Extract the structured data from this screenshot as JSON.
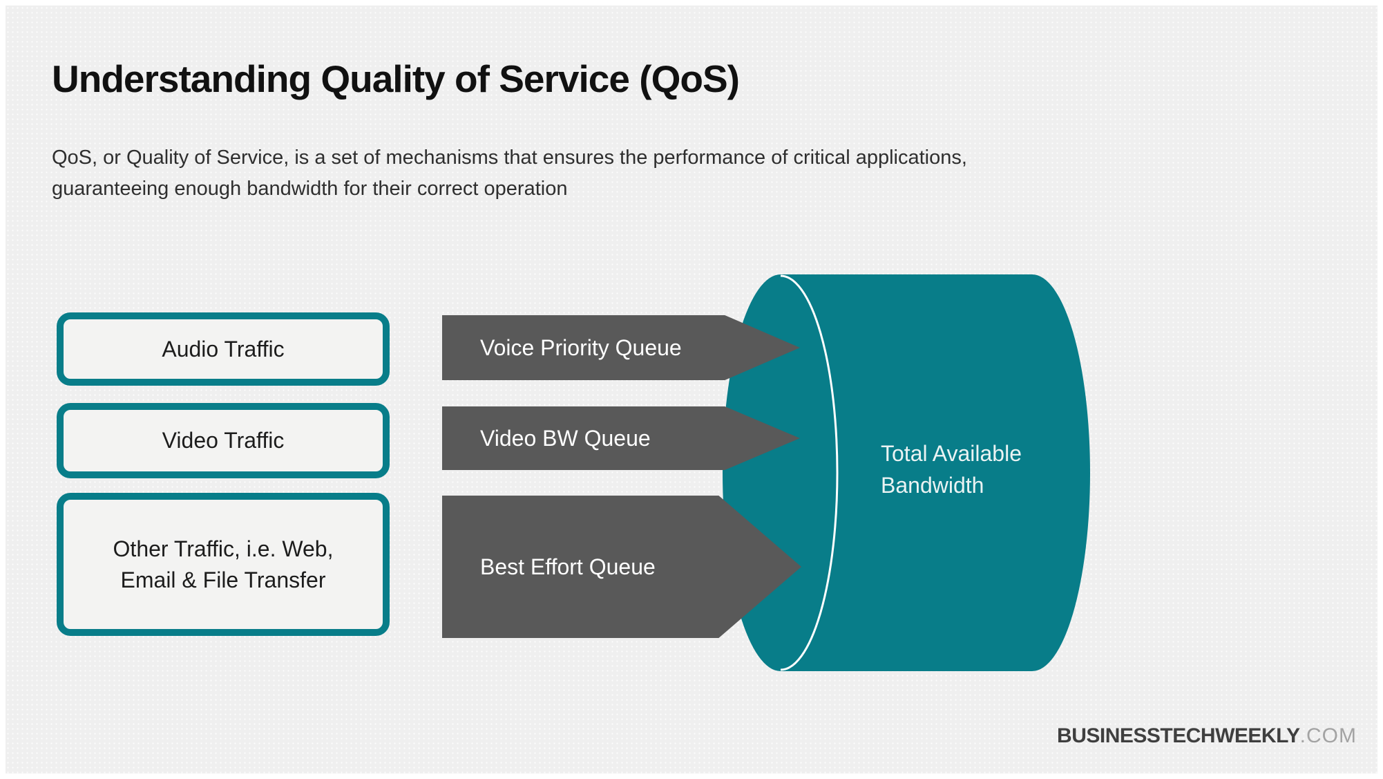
{
  "page": {
    "title": "Understanding Quality of Service (QoS)",
    "subtitle": {
      "line1": "QoS, or Quality of Service, is a set of mechanisms that ensures the performance of critical applications,",
      "line2": "guaranteeing enough bandwidth for their correct operation"
    }
  },
  "diagram": {
    "traffic_boxes": [
      {
        "label": "Audio Traffic"
      },
      {
        "label": "Video Traffic"
      },
      {
        "label_line1": "Other Traffic, i.e. Web,",
        "label_line2": "Email & File Transfer"
      }
    ],
    "queue_arrows": [
      {
        "label": "Voice Priority Queue"
      },
      {
        "label": "Video BW Queue"
      },
      {
        "label": "Best Effort Queue"
      }
    ],
    "cylinder": {
      "label_line1": "Total Available",
      "label_line2": "Bandwidth"
    }
  },
  "branding": {
    "name": "BUSINESSTECHWEEKLY",
    "tld": ".COM"
  },
  "colors": {
    "teal": "#087d89",
    "arrow_gray": "#595959",
    "background": "#efefef",
    "box_fill": "#f3f3f2",
    "cap_outline": "#ffffff"
  }
}
